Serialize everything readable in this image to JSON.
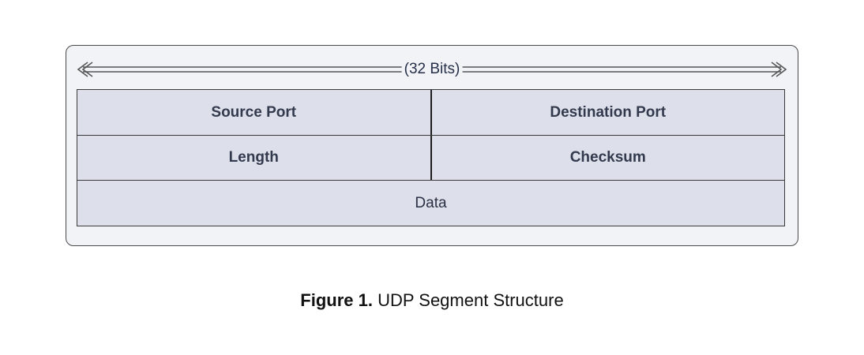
{
  "diagram": {
    "width_label": "(32 Bits)",
    "rows": [
      [
        {
          "label": "Source Port"
        },
        {
          "label": "Destination Port"
        }
      ],
      [
        {
          "label": "Length"
        },
        {
          "label": "Checksum"
        }
      ],
      [
        {
          "label": "Data"
        }
      ]
    ]
  },
  "caption": {
    "lead": "Figure 1.",
    "text": "UDP Segment Structure"
  },
  "colors": {
    "frame_fill": "#f2f3f6",
    "cell_fill": "#dde0ea",
    "text": "#333a4d"
  }
}
